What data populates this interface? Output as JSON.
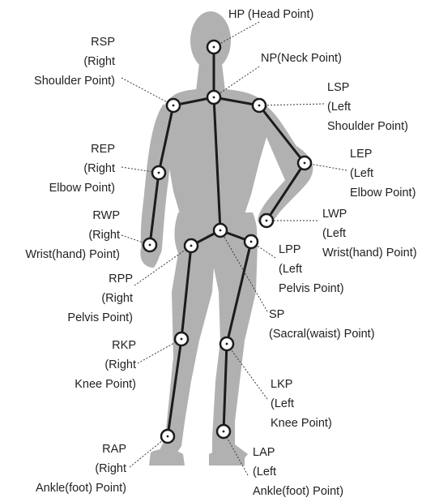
{
  "figure": {
    "silhouette_color": "#b1b1b1",
    "bone_color": "#1b1b1b",
    "joint_fill": "#ffffff",
    "leader_color": "#3a3a3a",
    "text_color": "#222222"
  },
  "points": {
    "HP": {
      "label": "HP (Head Point)"
    },
    "NP": {
      "label": "NP(Neck Point)"
    },
    "RSP": {
      "label": "RSP\n(Right\nShoulder Point)"
    },
    "LSP": {
      "label": "LSP\n(Left\nShoulder Point)"
    },
    "REP": {
      "label": "REP\n(Right\nElbow Point)"
    },
    "LEP": {
      "label": "LEP\n(Left\nElbow Point)"
    },
    "RWP": {
      "label": "RWP\n(Right\nWrist(hand) Point)"
    },
    "LWP": {
      "label": "LWP\n(Left\nWrist(hand) Point)"
    },
    "RPP": {
      "label": "RPP\n(Right\nPelvis Point)"
    },
    "LPP": {
      "label": "LPP\n(Left\nPelvis Point)"
    },
    "SP": {
      "label": "SP\n(Sacral(waist) Point)"
    },
    "RKP": {
      "label": "RKP\n(Right\nKnee Point)"
    },
    "LKP": {
      "label": "LKP\n(Left\nKnee Point)"
    },
    "RAP": {
      "label": "RAP\n(Right\nAnkle(foot) Point)"
    },
    "LAP": {
      "label": "LAP\n(Left\nAnkle(foot) Point)"
    }
  },
  "bones": [
    [
      "HP",
      "NP"
    ],
    [
      "NP",
      "RSP"
    ],
    [
      "NP",
      "LSP"
    ],
    [
      "NP",
      "SP"
    ],
    [
      "RSP",
      "REP"
    ],
    [
      "REP",
      "RWP"
    ],
    [
      "LSP",
      "LEP"
    ],
    [
      "LEP",
      "LWP"
    ],
    [
      "SP",
      "RPP"
    ],
    [
      "SP",
      "LPP"
    ],
    [
      "RPP",
      "RKP"
    ],
    [
      "RKP",
      "RAP"
    ],
    [
      "LPP",
      "LKP"
    ],
    [
      "LKP",
      "LAP"
    ]
  ]
}
